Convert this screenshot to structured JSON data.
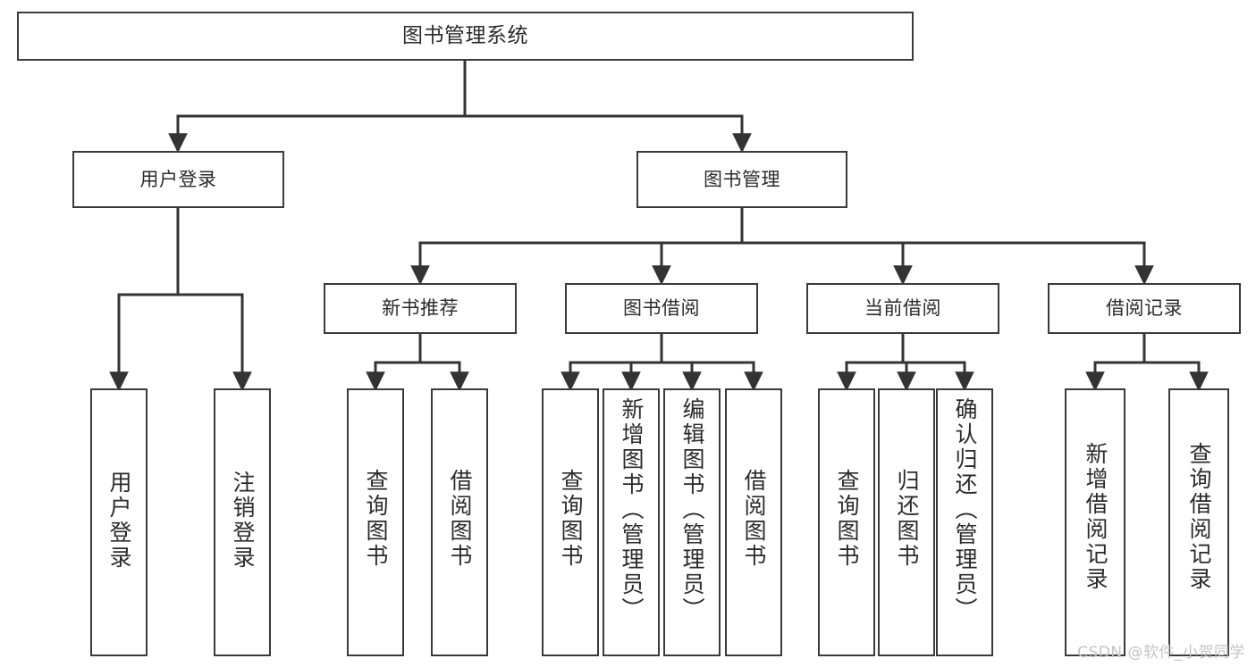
{
  "diagram": {
    "title": "图书管理系统",
    "type": "tree",
    "root": {
      "label": "图书管理系统"
    },
    "level1": [
      {
        "label": "用户登录"
      },
      {
        "label": "图书管理"
      }
    ],
    "level2": [
      {
        "label": "新书推荐"
      },
      {
        "label": "图书借阅"
      },
      {
        "label": "当前借阅"
      },
      {
        "label": "借阅记录"
      }
    ],
    "leaves": {
      "user_login": [
        {
          "label": "用户登录"
        },
        {
          "label": "注销登录"
        }
      ],
      "new_book_recommend": [
        {
          "label": "查询图书"
        },
        {
          "label": "借阅图书"
        }
      ],
      "book_borrow": [
        {
          "label": "查询图书"
        },
        {
          "label": "新增图书（管理员）"
        },
        {
          "label": "编辑图书（管理员）"
        },
        {
          "label": "借阅图书"
        }
      ],
      "current_borrow": [
        {
          "label": "查询图书"
        },
        {
          "label": "归还图书"
        },
        {
          "label": "确认归还（管理员）"
        }
      ],
      "borrow_record": [
        {
          "label": "新增借阅记录"
        },
        {
          "label": "查询借阅记录"
        }
      ]
    }
  },
  "watermark": {
    "text": "CSDN @软件_小贺同学"
  },
  "colors": {
    "border": "#3a3a3a",
    "text": "#2b2b2b",
    "background": "#ffffff",
    "connector": "#333333",
    "watermark": "#c3c3c3"
  }
}
